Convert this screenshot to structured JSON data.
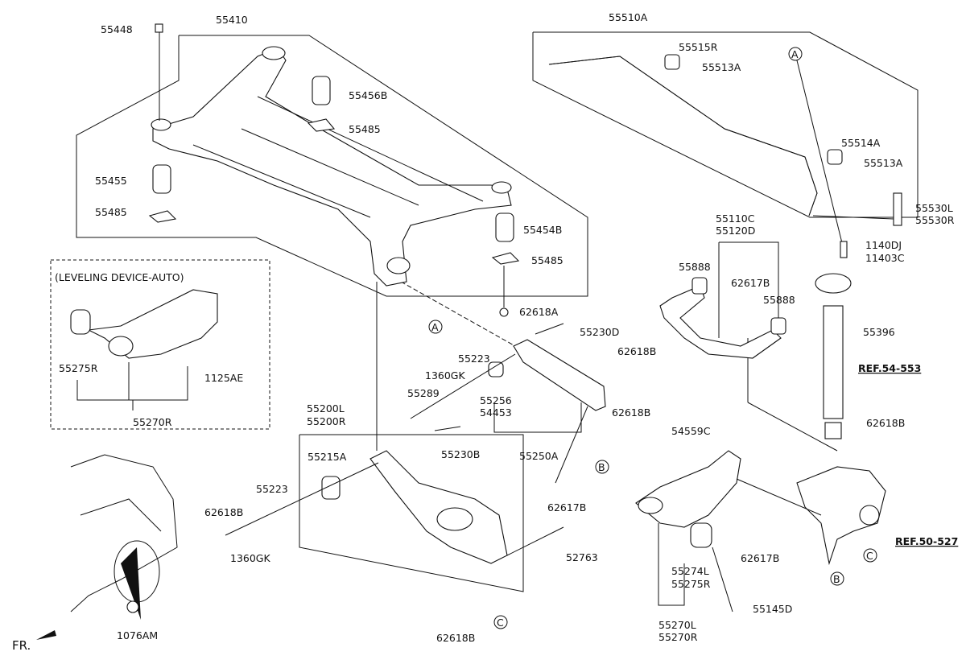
{
  "diagram": {
    "group_subframe": [
      "55448",
      "55410",
      "55456B",
      "55485",
      "55455",
      "55485",
      "55454B",
      "55485",
      "62618A"
    ],
    "stabilizer": [
      "55510A",
      "55515R",
      "55513A",
      "55514A",
      "55513A",
      "55530L",
      "55530R",
      "1140DJ",
      "11403C"
    ],
    "upper_arm": [
      "55110C",
      "55120D",
      "55888",
      "62617B",
      "55888",
      "62618B"
    ],
    "shock": [
      "55396",
      "REF.54-553",
      "62618B"
    ],
    "knuckle": [
      "54559C",
      "REF.50-527",
      "62617B",
      "55274L",
      "55275R",
      "55145D",
      "55270L",
      "55270R"
    ],
    "leveling": {
      "title": "(LEVELING DEVICE-AUTO)",
      "labels": [
        "55275R",
        "1125AE",
        "55270R"
      ]
    },
    "trailing_link": [
      "55230D",
      "55223",
      "1360GK",
      "55289",
      "55256",
      "54453",
      "62618B",
      "55250A"
    ],
    "lower_arm": [
      "55200L",
      "55200R",
      "55230B",
      "55215A",
      "55223",
      "62617B",
      "62618B",
      "1360GK",
      "52763",
      "62618B"
    ],
    "vehicle": [
      "1076AM"
    ],
    "refs": {
      "A": "A",
      "B": "B",
      "C": "C"
    },
    "front_indicator": "FR."
  }
}
